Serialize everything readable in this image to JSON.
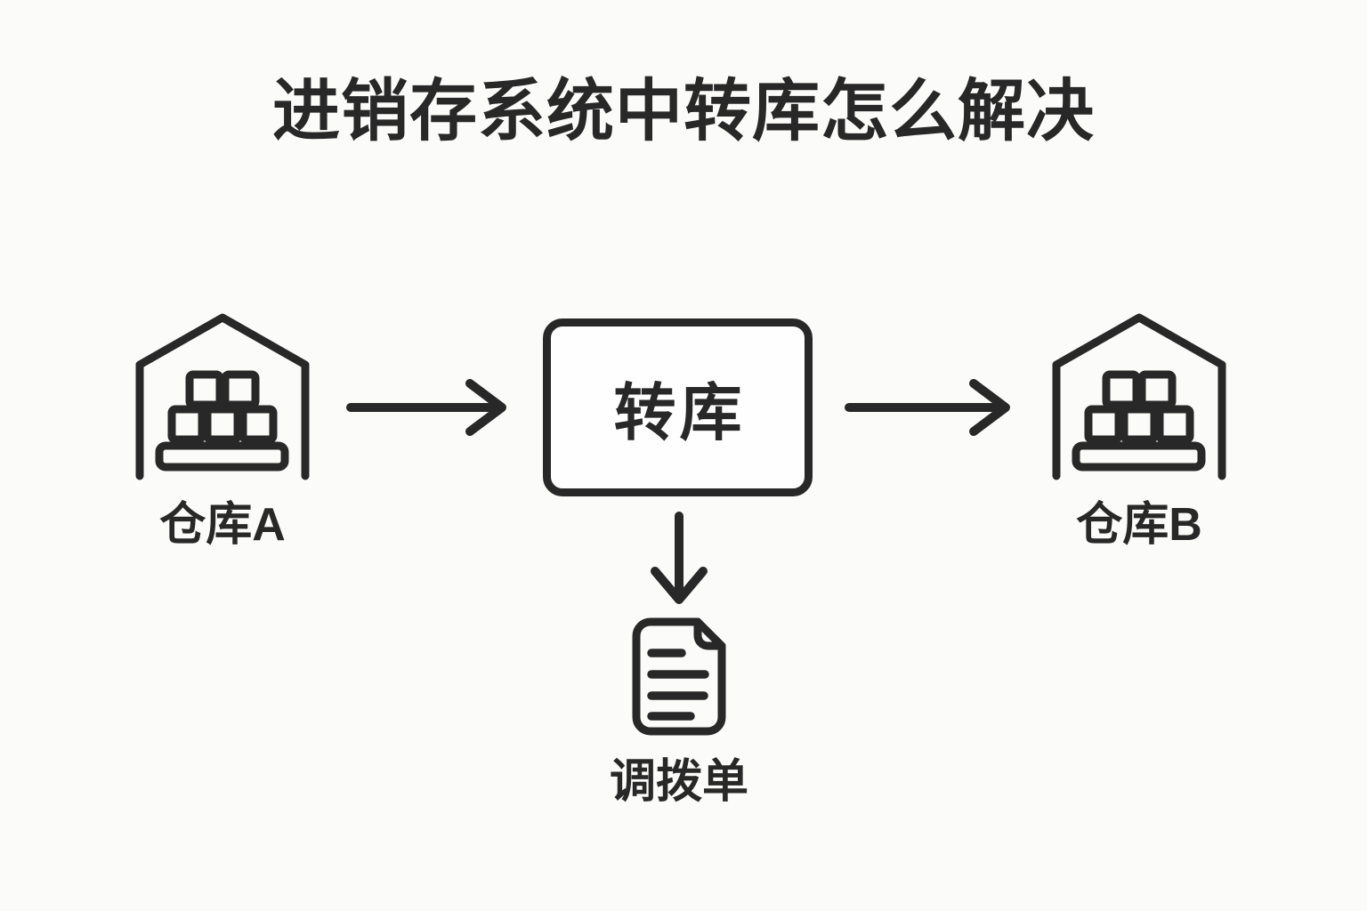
{
  "title": "进销存系统中转库怎么解决",
  "nodes": {
    "warehouse_a": {
      "label": "仓库A",
      "icon": "warehouse-icon"
    },
    "transfer": {
      "label": "转库"
    },
    "warehouse_b": {
      "label": "仓库B",
      "icon": "warehouse-icon"
    },
    "transfer_order": {
      "label": "调拨单",
      "icon": "document-icon"
    }
  },
  "edges": [
    {
      "from": "warehouse_a",
      "to": "transfer",
      "direction": "right"
    },
    {
      "from": "transfer",
      "to": "warehouse_b",
      "direction": "right"
    },
    {
      "from": "transfer",
      "to": "transfer_order",
      "direction": "down"
    }
  ],
  "colors": {
    "ink": "#282828",
    "background": "#fbfbfa",
    "node_fill": "#fefefe"
  }
}
